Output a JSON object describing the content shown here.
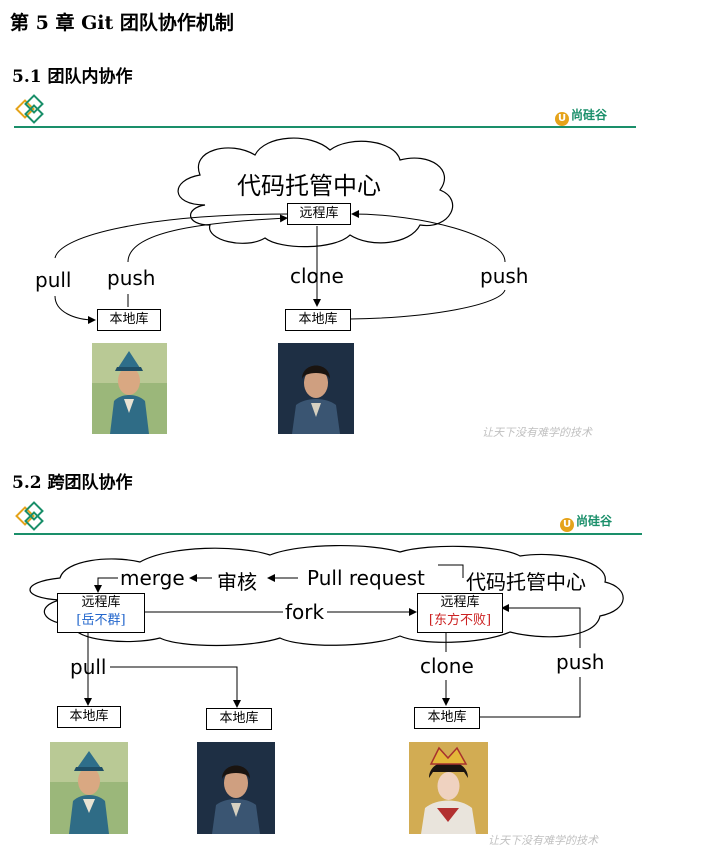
{
  "chapter_title": "第 5 章  Git 团队协作机制",
  "section1": {
    "title": "5.1  团队内协作",
    "brand": "尚硅谷",
    "cloud_label": "代码托管中心",
    "remote_repo": "远程库",
    "local_repo_left": "本地库",
    "local_repo_right": "本地库",
    "edge_pull": "pull",
    "edge_push_left": "push",
    "edge_clone": "clone",
    "edge_push_right": "push",
    "slogan": "让天下没有难学的技术"
  },
  "section2": {
    "title": "5.2  跨团队协作",
    "brand": "尚硅谷",
    "cloud_label": "代码托管中心",
    "flow_merge": "merge",
    "flow_review": "审核",
    "flow_pull_request": "Pull request",
    "remote_left": "远程库",
    "remote_left_owner": "[岳不群]",
    "remote_right": "远程库",
    "remote_right_owner": "[东方不败]",
    "edge_fork": "fork",
    "edge_pull": "pull",
    "edge_clone": "clone",
    "edge_push": "push",
    "local_repo_1": "本地库",
    "local_repo_2": "本地库",
    "local_repo_3": "本地库",
    "slogan": "让天下没有难学的技术"
  },
  "colors": {
    "accent_green": "#1a8f6a",
    "brand_orange": "#e5a31a",
    "owner_blue": "#2266cc",
    "owner_red": "#cc2222"
  },
  "icons": [
    "diamond-logo-icon",
    "brand-u-icon"
  ]
}
